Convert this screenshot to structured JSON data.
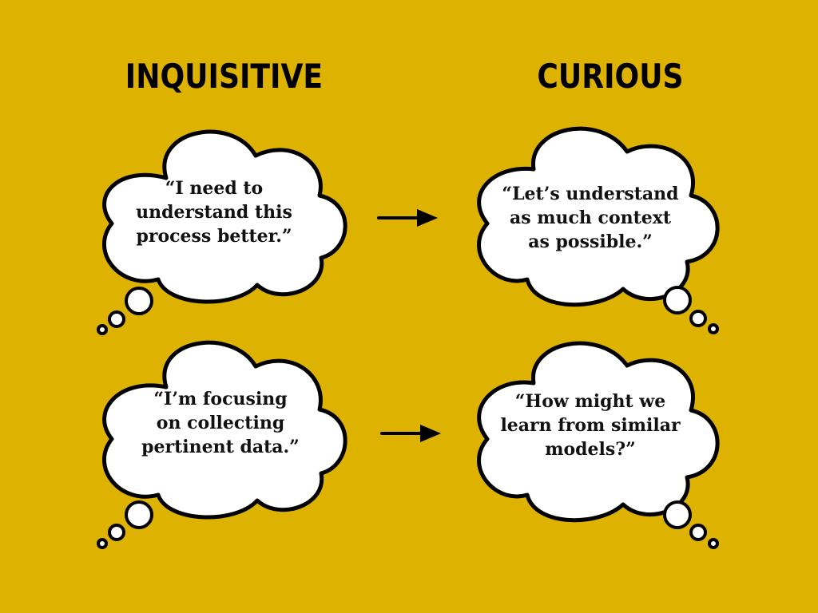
{
  "headings": {
    "left": "INQUISITIVE",
    "right": "CURIOUS"
  },
  "thoughts": {
    "top_left": "“I need to\nunderstand this\nprocess better.”",
    "top_right": "“Let’s understand\nas much context\nas possible.”",
    "bottom_left": "“I’m focusing\non collecting\npertinent data.”",
    "bottom_right": "“How might we\nlearn from similar\nmodels?”"
  },
  "colors": {
    "background": "#DDB200",
    "bubble_fill": "#FFFFFF",
    "outline": "#000000"
  },
  "icons": {
    "arrow": "arrow-right-icon",
    "bubble": "thought-bubble-icon"
  }
}
